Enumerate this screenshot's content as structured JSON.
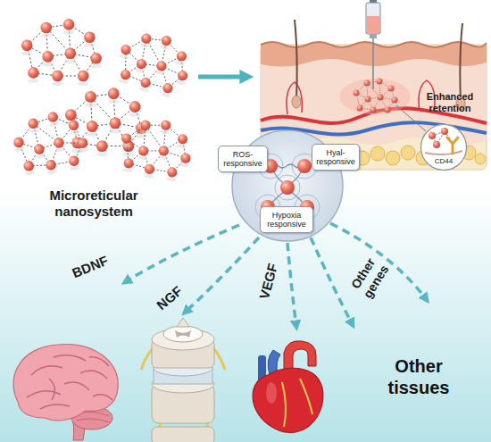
{
  "diagram": {
    "nodes": [
      {
        "text": [
          "ROS-responsive"
        ]
      },
      {
        "text": [
          "Hyal-responsive"
        ]
      },
      {
        "text": [
          "Hypoxia responsive"
        ]
      },
      {
        "text": [
          "CD44"
        ]
      }
    ],
    "labels": [
      "Microreticular nanosystem",
      "Enhanced retention",
      "BDNF",
      "NGF",
      "VEGF",
      "Other genes",
      "Other tissues"
    ]
  }
}
